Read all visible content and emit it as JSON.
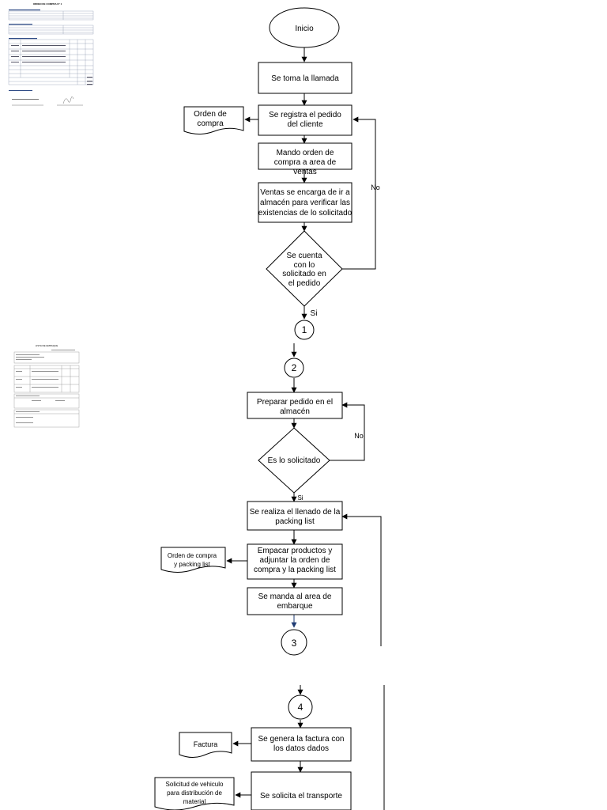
{
  "flow": {
    "inicio": "Inicio",
    "llamada": "Se toma la llamada",
    "registra": [
      "Se registra el pedido",
      "del cliente"
    ],
    "orden_doc": [
      "Orden de",
      "compra"
    ],
    "mando": [
      "Mando orden de",
      "compra a area de",
      "ventas"
    ],
    "ventas": [
      "Ventas se encarga de ir a",
      "almacén para verificar las",
      "existencias de lo solicitado"
    ],
    "cuenta": [
      "Se cuenta",
      "con lo",
      "solicitado en",
      "el pedido"
    ],
    "no1": "No",
    "si1": "Si",
    "c1": "1",
    "c2": "2",
    "preparar": [
      "Preparar pedido en el",
      "almacén"
    ],
    "solicitado": "Es lo solicitado",
    "no2": "No",
    "si2": "Si",
    "llenado": [
      "Se realiza el llenado de la",
      "packing list"
    ],
    "empacar": [
      "Empacar productos y",
      "adjuntar la orden de",
      "compra y la packing list"
    ],
    "orden_packing": [
      "Orden de compra",
      "y packing list"
    ],
    "embarque": [
      "Se manda al area de",
      "embarque"
    ],
    "c3": "3",
    "c4": "4",
    "factura_proc": [
      "Se genera la factura con",
      "los datos dados"
    ],
    "factura_doc": "Factura",
    "transporte": "Se solicita el transporte",
    "vehiculo_doc": [
      "Solicitud de vehiculo",
      "para distribución de",
      "material"
    ]
  },
  "thumbnails": {
    "orden_title": "ORDEN DE COMPRA N° 1",
    "packing_title": "LISTA DE EMPAQUE"
  }
}
